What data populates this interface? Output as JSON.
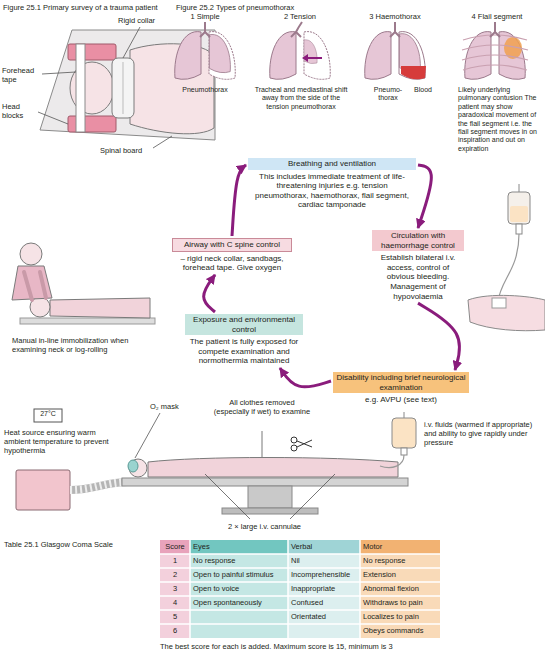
{
  "diagram": {
    "nodes": [
      {
        "text": [
          "Breathing and ventilation",
          "This includes immediate treatment of life-threatening injuries e.g. tension pneumothorax, haemothorax, flail segment, cardiac tamponade"
        ]
      },
      {
        "text": [
          "Circulation with haemorrhage control",
          "Establish bilateral i.v. access, control of obvious bleeding. Management of hypovolaemia"
        ]
      },
      {
        "text": [
          "Airway with C spine control",
          "– rigid neck collar, sandbags, forehead tape. Give oxygen"
        ]
      },
      {
        "text": [
          "Exposure and environmental control",
          "The patient is fully exposed for compete examination and normothermia maintained"
        ]
      },
      {
        "text": [
          "Disability including brief neurological examination",
          "e.g. AVPU (see text)"
        ]
      }
    ],
    "edges": [
      {
        "from": 2,
        "to": 0,
        "arrow": "to"
      },
      {
        "from": 0,
        "to": 1,
        "arrow": "to"
      },
      {
        "from": 1,
        "to": 4,
        "arrow": "to"
      },
      {
        "from": 4,
        "to": 3,
        "arrow": "to"
      },
      {
        "from": 3,
        "to": 2,
        "arrow": "to"
      }
    ],
    "labels": [
      "Figure 25.1 Primary survey of a trauma patient",
      "Figure 25.2 Types of pneumothorax",
      "1 Simple",
      "2 Tension",
      "3 Haemothorax",
      "4 Flail segment",
      "Pneumothorax",
      "Tracheal and mediastinal shift away from the side of the tension pneumothorax",
      "Pneumo-thorax",
      "Blood",
      "Likely underlying pulmonary contusion The patient may show paradoxical movement of the flail segment i.e. the flail segment moves in on inspiration and out on expiration",
      "Rigid collar",
      "Forehead tape",
      "Head blocks",
      "Spinal board",
      "Manual in-line immobilization when examining neck or log-rolling",
      "27°C",
      "Heat source ensuring warm ambient temperature to prevent hypothermia",
      "O₂ mask",
      "All clothes removed (especially if wet) to examine",
      "i.v. fluids (warmed if appropriate) and ability to give rapidly under pressure",
      "2 × large i.v. cannulae",
      "Table 25.1 Glasgow Coma Scale",
      "Score",
      "Eyes",
      "Verbal",
      "Motor",
      "1",
      "No response",
      "Nil",
      "No response",
      "2",
      "Open to painful stimulus",
      "Incomprehensible",
      "Extension",
      "3",
      "Open to voice",
      "Inappropriate",
      "Abnormal flexion",
      "4",
      "Open spontaneously",
      "Confused",
      "Withdraws to pain",
      "5",
      "Orientated",
      "Localizes to pain",
      "6",
      "Obeys commands",
      "The best score for each is added. Maximum score is 15, minimum is 3"
    ]
  }
}
